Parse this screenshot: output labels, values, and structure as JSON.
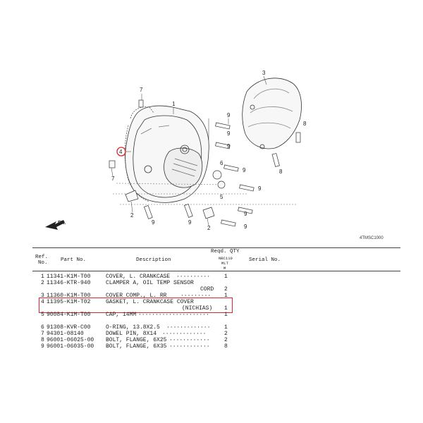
{
  "diagram": {
    "callouts": [
      "1",
      "2",
      "3",
      "4",
      "5",
      "6",
      "7",
      "8",
      "9"
    ],
    "code": "4TMSC1000",
    "direction_label": "FR."
  },
  "table": {
    "headers": {
      "ref": "Ref.",
      "no": "No.",
      "part_no": "Part No.",
      "description": "Description",
      "reqd_qty": "Reqd. QTY",
      "model_code": "NBC110",
      "model_sub1": "MLT",
      "model_sub2": "M",
      "serial_no": "Serial No."
    },
    "rows": [
      {
        "ref": "1",
        "part_no": "11341-K1M-T00",
        "description": "COVER, L. CRANKCASE",
        "dots": "··········",
        "qty": "1"
      },
      {
        "ref": "2",
        "part_no": "11346-KTR-940",
        "description": "CLAMPER A, OIL TEMP SENSOR",
        "dots": "",
        "qty": ""
      },
      {
        "ref": "",
        "part_no": "",
        "description": "CORD",
        "dots": "",
        "qty": "2"
      },
      {
        "ref": "3",
        "part_no": "11360-K1M-T00",
        "description": "COVER COMP., L. RR",
        "dots": "·········",
        "qty": "1"
      },
      {
        "ref": "4",
        "part_no": "11395-K1M-T02",
        "description": "GASKET, L. CRANKCASE COVER",
        "dots": "",
        "qty": ""
      },
      {
        "ref": "",
        "part_no": "",
        "description": "(NICHIAS)",
        "dots": "",
        "qty": "1"
      },
      {
        "ref": "5",
        "part_no": "90084-K1M-T00",
        "description": "CAP, 14MM",
        "dots": "·····················",
        "qty": "1"
      },
      {
        "ref": "6",
        "part_no": "91308-KVR-C00",
        "description": "O-RING, 13.8X2.5",
        "dots": "·············",
        "qty": "1"
      },
      {
        "ref": "7",
        "part_no": "94301-08140",
        "description": "DOWEL PIN, 8X14",
        "dots": "·············",
        "qty": "2"
      },
      {
        "ref": "8",
        "part_no": "96001-06025-00",
        "description": "BOLT, FLANGE, 6X25",
        "dots": "············",
        "qty": "2"
      },
      {
        "ref": "9",
        "part_no": "96001-06035-00",
        "description": "BOLT, FLANGE, 6X35",
        "dots": "············",
        "qty": "8"
      }
    ]
  },
  "colors": {
    "highlight": "#d8262d",
    "ink": "#222222",
    "line": "#444444"
  }
}
